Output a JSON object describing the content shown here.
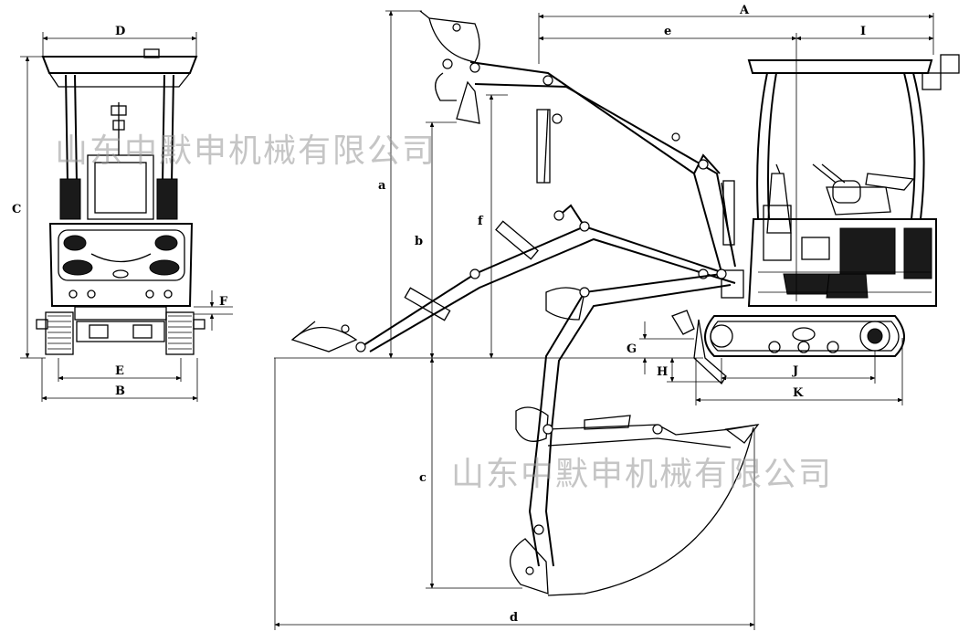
{
  "front_view": {
    "dims": {
      "width_top": "D",
      "height": "C",
      "track_gauge": "E",
      "overall_width": "B",
      "ground_clearance": "F"
    }
  },
  "side_view": {
    "dims": {
      "overall_length": "A",
      "rear_length": "e",
      "cab_length": "I",
      "max_digging_height": "a",
      "max_dumping_height": "b",
      "boom_height": "f",
      "max_digging_depth": "c",
      "max_reach": "d",
      "blade_lift": "G",
      "blade_depth": "H",
      "track_center": "J",
      "track_length": "K"
    }
  },
  "watermarks": [
    "山东中默申机械有限公司",
    "山东中默申机械有限公司"
  ]
}
